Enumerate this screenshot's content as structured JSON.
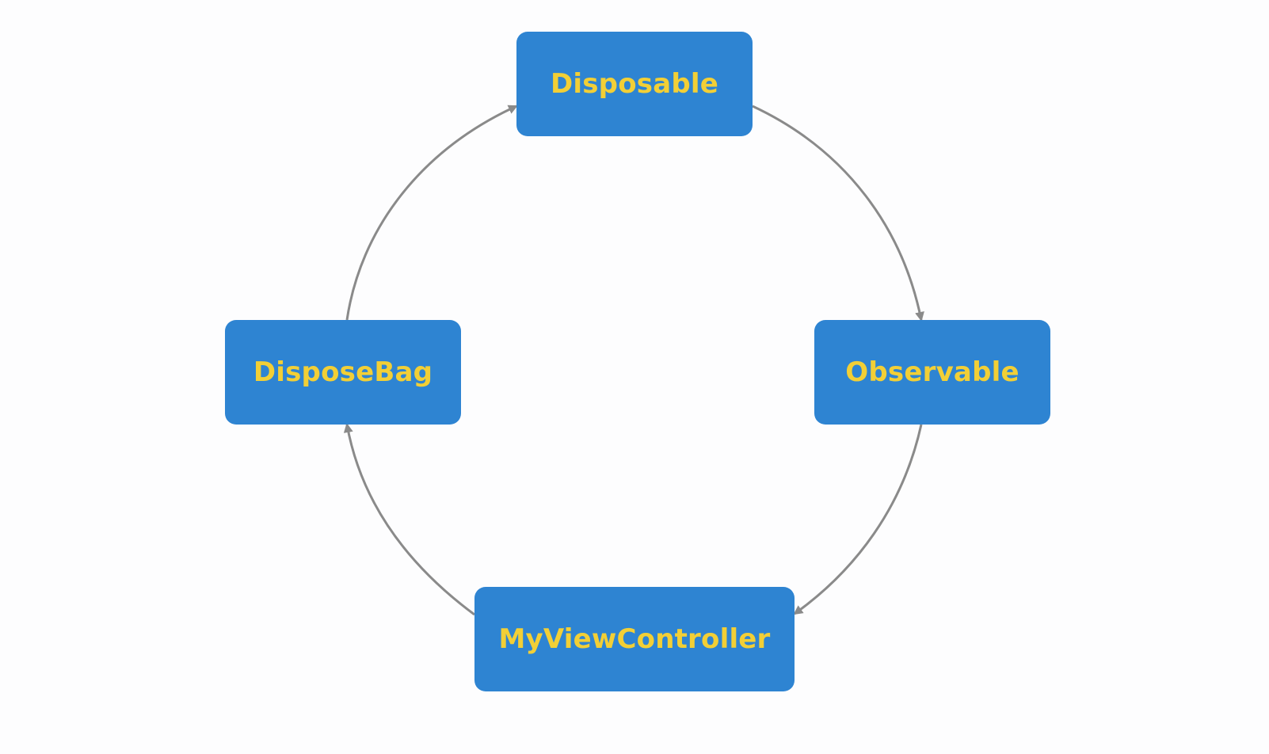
{
  "colors": {
    "box_fill": "#2e84d2",
    "box_text": "#f2cf36",
    "edge": "#8a8a8a",
    "background": "#fdfdfe"
  },
  "nodes": {
    "disposable": {
      "label": "Disposable"
    },
    "observable": {
      "label": "Observable"
    },
    "my_view_controller": {
      "label": "MyViewController"
    },
    "dispose_bag": {
      "label": "DisposeBag"
    }
  },
  "edges": [
    {
      "from": "Disposable",
      "to": "Observable"
    },
    {
      "from": "Observable",
      "to": "MyViewController"
    },
    {
      "from": "MyViewController",
      "to": "DisposeBag"
    },
    {
      "from": "DisposeBag",
      "to": "Disposable"
    }
  ]
}
